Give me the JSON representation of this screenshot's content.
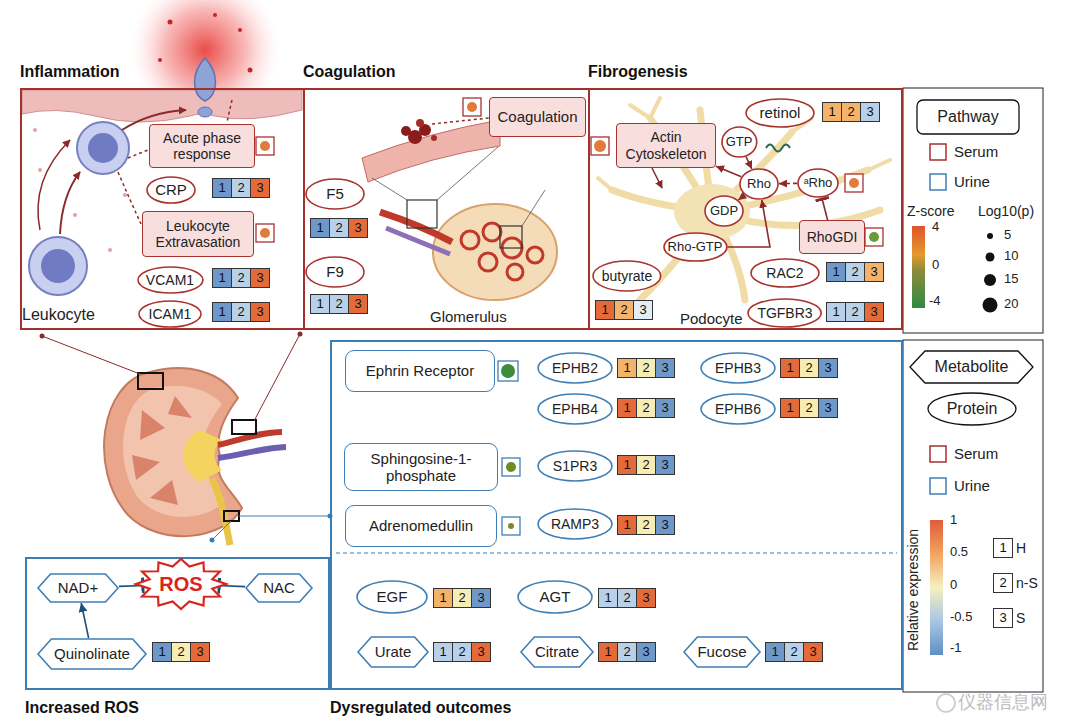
{
  "diagram": {
    "nodes": [
      {
        "text": [
          "Inflammation"
        ]
      },
      {
        "text": [
          "Acute phase response"
        ],
        "in": 0
      },
      {
        "text": [
          "CRP"
        ],
        "in": 0
      },
      {
        "text": [
          "Leukocyte Extravasation"
        ],
        "in": 0
      },
      {
        "text": [
          "VCAM1"
        ],
        "in": 0
      },
      {
        "text": [
          "ICAM1"
        ],
        "in": 0
      },
      {
        "text": [
          "Coagulation"
        ]
      },
      {
        "text": [
          "Coagulation"
        ],
        "in": 6
      },
      {
        "text": [
          "F5"
        ],
        "in": 6
      },
      {
        "text": [
          "F9"
        ],
        "in": 6
      },
      {
        "text": [
          "Fibrogenesis"
        ]
      },
      {
        "text": [
          "Actin Cytoskeleton"
        ],
        "in": 10
      },
      {
        "text": [
          "retinol"
        ],
        "in": 10
      },
      {
        "text": [
          "GTP"
        ],
        "in": 10
      },
      {
        "text": [
          "Rho"
        ],
        "in": 10
      },
      {
        "text": [
          "ᵃRho"
        ],
        "in": 10
      },
      {
        "text": [
          "GDP"
        ],
        "in": 10
      },
      {
        "text": [
          "Rho-GTP"
        ],
        "in": 10
      },
      {
        "text": [
          "RhoGDI"
        ],
        "in": 10
      },
      {
        "text": [
          "butyrate"
        ],
        "in": 10
      },
      {
        "text": [
          "RAC2"
        ],
        "in": 10
      },
      {
        "text": [
          "TGFBR3"
        ],
        "in": 10
      },
      {
        "text": [
          "Dysregulated outcomes"
        ]
      },
      {
        "text": [
          "Ephrin Receptor"
        ],
        "in": 22
      },
      {
        "text": [
          "EPHB2"
        ],
        "in": 22
      },
      {
        "text": [
          "EPHB3"
        ],
        "in": 22
      },
      {
        "text": [
          "EPHB4"
        ],
        "in": 22
      },
      {
        "text": [
          "EPHB6"
        ],
        "in": 22
      },
      {
        "text": [
          "Sphingosine-1-phosphate"
        ],
        "in": 22
      },
      {
        "text": [
          "S1PR3"
        ],
        "in": 22
      },
      {
        "text": [
          "Adrenomedullin"
        ],
        "in": 22
      },
      {
        "text": [
          "RAMP3"
        ],
        "in": 22
      },
      {
        "text": [
          "EGF"
        ],
        "in": 22
      },
      {
        "text": [
          "AGT"
        ],
        "in": 22
      },
      {
        "text": [
          "Urate"
        ],
        "in": 22
      },
      {
        "text": [
          "Citrate"
        ],
        "in": 22
      },
      {
        "text": [
          "Fucose"
        ],
        "in": 22
      },
      {
        "text": [
          "Increased ROS"
        ]
      },
      {
        "text": [
          "NAD+"
        ],
        "in": 37
      },
      {
        "text": [
          "ROS"
        ],
        "in": 37
      },
      {
        "text": [
          "NAC"
        ],
        "in": 37
      },
      {
        "text": [
          "Quinolinate"
        ],
        "in": 37
      }
    ],
    "edges": [
      {
        "from": 13,
        "to": 14,
        "arrow": "to"
      },
      {
        "from": 14,
        "to": 16,
        "arrow": "to"
      },
      {
        "from": 17,
        "to": 14,
        "arrow": "to"
      },
      {
        "from": 15,
        "to": 14,
        "arrow": "to"
      },
      {
        "from": 18,
        "to": 15,
        "arrow": "to"
      },
      {
        "from": 14,
        "to": 11,
        "arrow": "to"
      },
      {
        "from": 38,
        "to": 39,
        "arrow": "to"
      },
      {
        "from": 40,
        "to": 39,
        "arrow": "to"
      },
      {
        "from": 41,
        "to": 38,
        "arrow": "to"
      }
    ],
    "labels": [
      "1",
      "2",
      "3",
      "1",
      "2",
      "3",
      "1",
      "2",
      "3",
      "1",
      "2",
      "3",
      "1",
      "2",
      "3",
      "1",
      "2",
      "3",
      "1",
      "2",
      "3",
      "1",
      "2",
      "3",
      "1",
      "2",
      "3",
      "1",
      "2",
      "3",
      "1",
      "2",
      "3",
      "1",
      "2",
      "3",
      "1",
      "2",
      "3",
      "1",
      "2",
      "3",
      "1",
      "2",
      "3",
      "1",
      "2",
      "3",
      "1",
      "2",
      "3",
      "1",
      "2",
      "3",
      "1",
      "2",
      "3",
      "1",
      "2",
      "3",
      "1",
      "2",
      "3",
      "Leukocyte",
      "Glomerulus",
      "Podocyte",
      "Z-score",
      "Log10(p)",
      "4",
      "0",
      "-4",
      "5",
      "10",
      "15",
      "20",
      "Relative expression",
      "1",
      "0.5",
      "0",
      "-0.5",
      "-1",
      "1",
      "2",
      "3",
      "仪器信息网"
    ],
    "legend": [
      {
        "text": "Pathway"
      },
      {
        "text": "Serum"
      },
      {
        "text": "Urine"
      },
      {
        "text": "Metabolite"
      },
      {
        "text": "Protein"
      },
      {
        "text": "Serum"
      },
      {
        "text": "Urine"
      },
      {
        "text": "H"
      },
      {
        "text": "n-S"
      },
      {
        "text": "S"
      }
    ]
  }
}
